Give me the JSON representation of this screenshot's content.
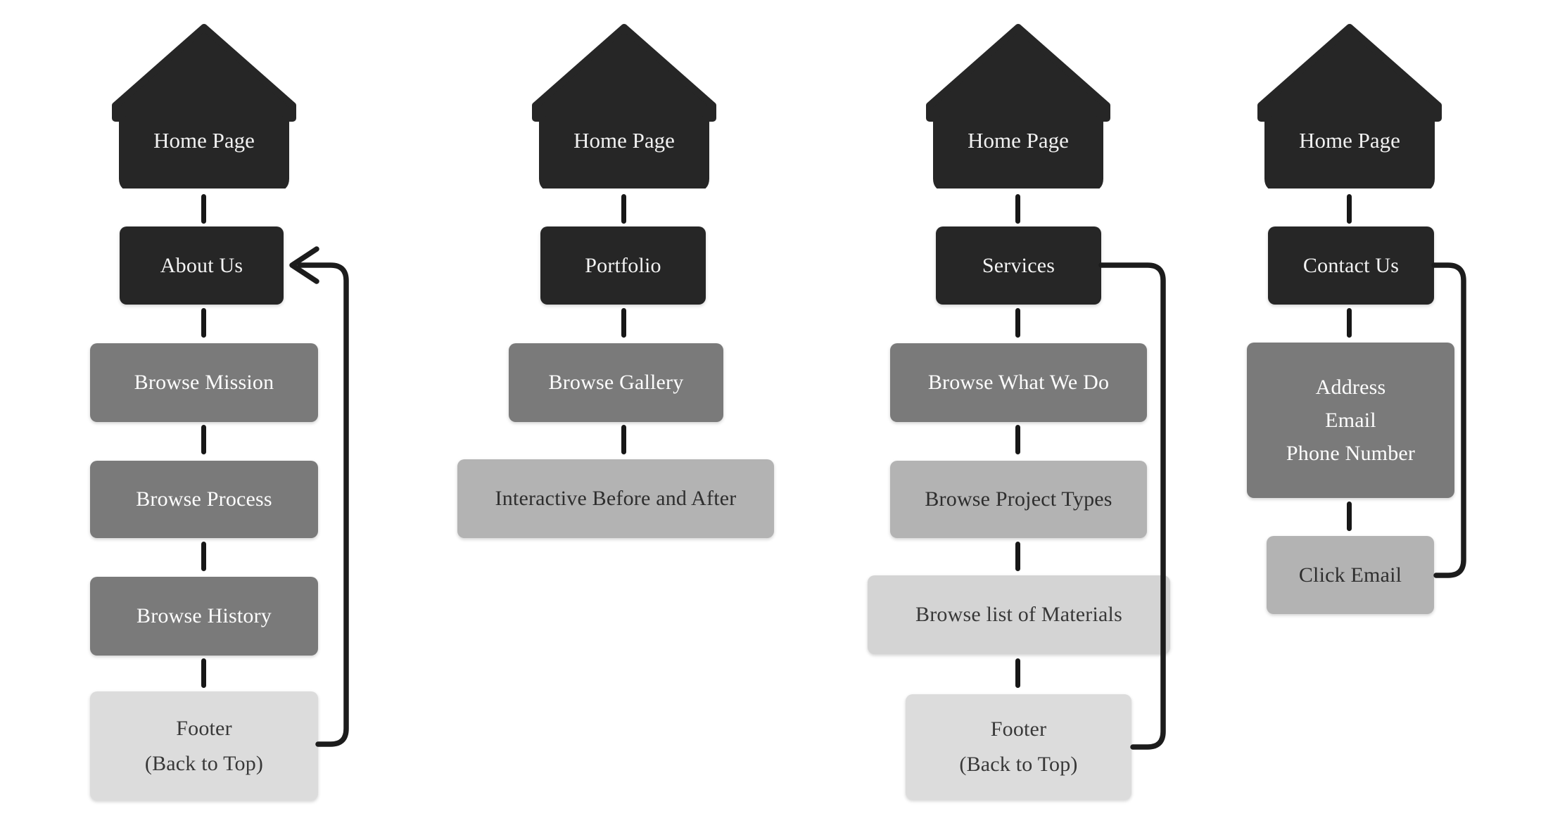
{
  "colors": {
    "background": "#ffffff",
    "dark_box": "#262626",
    "mid_gray_box": "#7a7a7a",
    "light_gray_box": "#b3b3b3",
    "lightest_gray_box": "#dcdcdc",
    "materials_box": "#d4d4d4",
    "connector_line": "#1c1c1c",
    "text_on_dark": "#f3f3f3",
    "text_on_light": "#2e2e2e"
  },
  "icons": {
    "home": "home-icon"
  },
  "columns": [
    {
      "home_label": "Home Page",
      "nodes": [
        {
          "label": "About Us"
        },
        {
          "label": "Browse Mission"
        },
        {
          "label": "Browse Process"
        },
        {
          "label": "Browse History"
        },
        {
          "lines": [
            "Footer",
            "(Back to Top)"
          ]
        }
      ]
    },
    {
      "home_label": "Home Page",
      "nodes": [
        {
          "label": "Portfolio"
        },
        {
          "label": "Browse Gallery"
        },
        {
          "label": "Interactive Before and After"
        }
      ]
    },
    {
      "home_label": "Home Page",
      "nodes": [
        {
          "label": "Services"
        },
        {
          "label": "Browse  What We Do"
        },
        {
          "label": "Browse Project Types"
        },
        {
          "label": "Browse list of Materials"
        },
        {
          "lines": [
            "Footer",
            "(Back to Top)"
          ]
        }
      ]
    },
    {
      "home_label": "Home Page",
      "nodes": [
        {
          "label": "Contact Us"
        },
        {
          "lines": [
            "Address",
            "Email",
            "Phone Number"
          ]
        },
        {
          "label": "Click Email"
        }
      ]
    }
  ]
}
